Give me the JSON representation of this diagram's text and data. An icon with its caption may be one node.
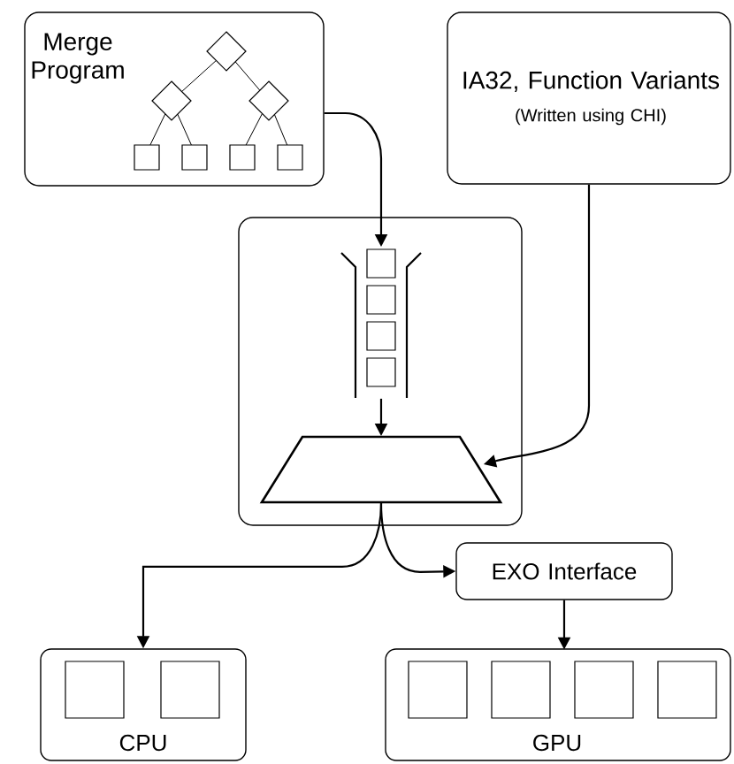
{
  "diagram": {
    "nodes": [
      {
        "text": [
          "Merge Program"
        ]
      },
      {
        "text": [
          "IA32, Function Variants",
          "(Written using CHI)"
        ]
      },
      {
        "text": [],
        "shape": "box"
      },
      {
        "text": [],
        "shape": "queue",
        "in": 2
      },
      {
        "text": [],
        "shape": "trapezoid",
        "in": 2
      },
      {
        "text": [
          "EXO Interface"
        ]
      },
      {
        "text": [
          "CPU"
        ]
      },
      {
        "text": [
          "GPU"
        ]
      }
    ],
    "edges": [
      {
        "from": 0,
        "to": 3,
        "arrow": "to"
      },
      {
        "from": 3,
        "to": 4,
        "arrow": "to"
      },
      {
        "from": 1,
        "to": 4,
        "arrow": "to"
      },
      {
        "from": 4,
        "to": 6,
        "arrow": "to"
      },
      {
        "from": 4,
        "to": 5,
        "arrow": "to"
      },
      {
        "from": 5,
        "to": 7,
        "arrow": "to"
      }
    ]
  }
}
